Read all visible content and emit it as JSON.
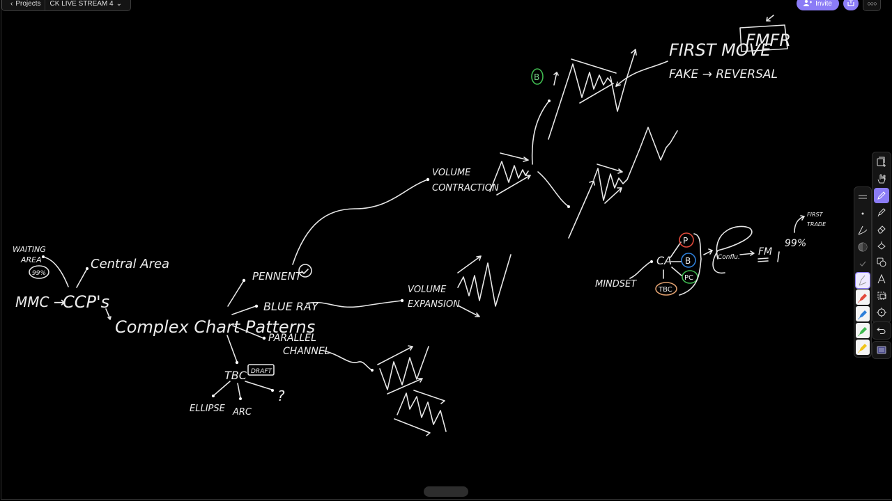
{
  "topbar": {
    "back_label": "Projects",
    "project_name": "CK LIVE STREAM 4",
    "invite_label": "Invite",
    "share_icon": "share-icon",
    "more_icon": "more-icon"
  },
  "colors": {
    "accent": "#8b7cf6",
    "background": "#000000",
    "ink": "#e6e6e6",
    "red": "#e24a3b",
    "blue": "#2e7fd9",
    "green": "#3fb950",
    "yellow": "#f0c419",
    "tbc_orange": "#e0a070"
  },
  "canvas": {
    "left_cluster": {
      "waiting_area": "WAITING",
      "waiting_area_2": "AREA",
      "waiting_pct": "99%",
      "central_area": "Central Area",
      "mmc": "MMC →",
      "ccps": "CCP's",
      "complex_chart_patterns": "Complex Chart Patterns"
    },
    "patterns": {
      "pennent": "PENNENT",
      "blue_ray": "BLUE RAY",
      "parallel": "PARALLEL",
      "channel": "CHANNEL",
      "tbc": "TBC",
      "draft": "DRAFT",
      "ellipse": "ELLIPSE",
      "arc": "ARC",
      "question": "?"
    },
    "volume": {
      "contraction_1": "VOLUME",
      "contraction_2": "CONTRACTION",
      "expansion_1": "VOLUME",
      "expansion_2": "EXPANSION"
    },
    "top_right": {
      "b_badge": "B",
      "first_move": "FIRST MOVE",
      "fmfr": "FMFR",
      "fake_reversal": "FAKE → REVERSAL"
    },
    "mindset_cluster": {
      "mindset": "MINDSET",
      "ca": "CA",
      "p": "P",
      "b": "B",
      "pc": "PC",
      "tbc": "TBC",
      "confluence": "Conflu.",
      "fm": "FM",
      "pct": "99%",
      "first_trade_1": "FIRST",
      "first_trade_2": "TRADE"
    }
  },
  "toolbar": {
    "tools": [
      {
        "id": "add-frame",
        "icon": "add-frame-icon"
      },
      {
        "id": "hand",
        "icon": "hand-plus-icon"
      },
      {
        "id": "pen",
        "icon": "pen-icon",
        "active": true
      },
      {
        "id": "highlighter",
        "icon": "highlighter-icon"
      },
      {
        "id": "eraser",
        "icon": "eraser-icon"
      },
      {
        "id": "fill",
        "icon": "fill-icon"
      },
      {
        "id": "shapes",
        "icon": "shapes-icon"
      },
      {
        "id": "text",
        "icon": "text-icon"
      },
      {
        "id": "select",
        "icon": "lasso-select-icon"
      },
      {
        "id": "laser",
        "icon": "laser-pointer-icon"
      }
    ],
    "undo_icon": "undo-icon",
    "panel_icon": "panel-icon"
  },
  "pen_options": {
    "items": [
      "thickness",
      "dot-size",
      "curve-style",
      "opacity",
      "check",
      "white-pen",
      "red-pen",
      "blue-pen",
      "green-pen",
      "yellow-pen"
    ],
    "selected": "white-pen"
  }
}
